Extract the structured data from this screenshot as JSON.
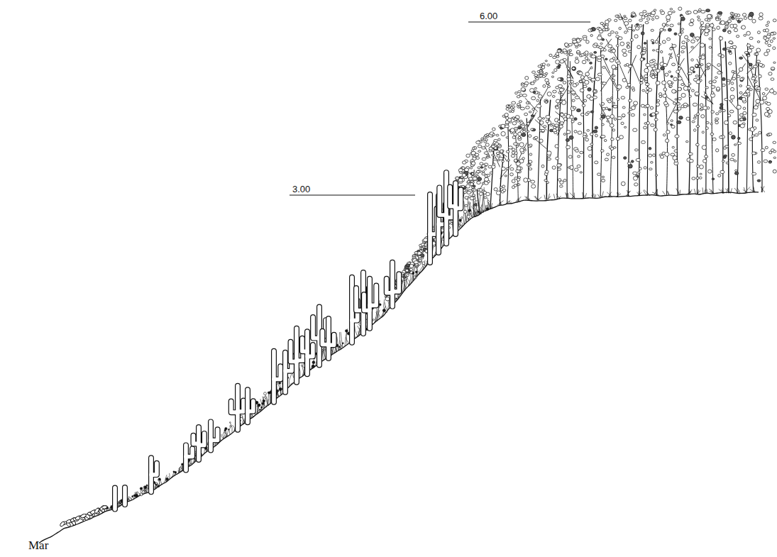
{
  "diagram": {
    "labels": [
      "6.00",
      "3.00",
      "Mar"
    ]
  }
}
